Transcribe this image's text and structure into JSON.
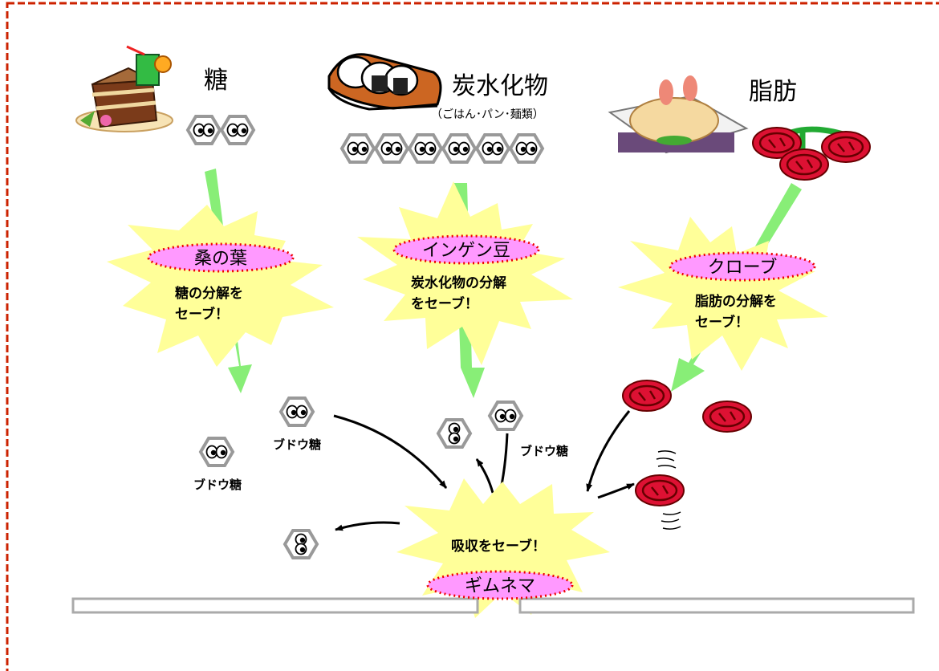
{
  "columns": [
    {
      "title": "糖",
      "subtitle": "",
      "herb": "桑の葉",
      "message": [
        "糖の分解を",
        "セーブ！"
      ]
    },
    {
      "title": "炭水化物",
      "subtitle": "（ごはん･パン･麺類）",
      "herb": "インゲン豆",
      "message": [
        "炭水化物の分解",
        "をセーブ！"
      ]
    },
    {
      "title": "脂肪",
      "subtitle": "",
      "herb": "クローブ",
      "message": [
        "脂肪の分解を",
        "セーブ！"
      ]
    }
  ],
  "glucose_labels": [
    "ブドウ糖",
    "ブドウ糖",
    "ブドウ糖"
  ],
  "absorption": {
    "message": "吸収をセーブ！",
    "herb": "ギムネマ"
  },
  "icons": [
    "cake-icon",
    "onigiri-icon",
    "tempura-icon",
    "glucose-hexagon-icon",
    "fat-molecule-icon"
  ],
  "colors": {
    "border": "#cc2200",
    "burst_fill": "#ffff99",
    "herb_badge_fill": "#ff99ff",
    "herb_badge_border": "#ee0000",
    "arrow_green": "#88ee77",
    "hexagon_stroke": "#999999",
    "fat_red": "#dd1133",
    "wall": "#aaaaaa"
  }
}
